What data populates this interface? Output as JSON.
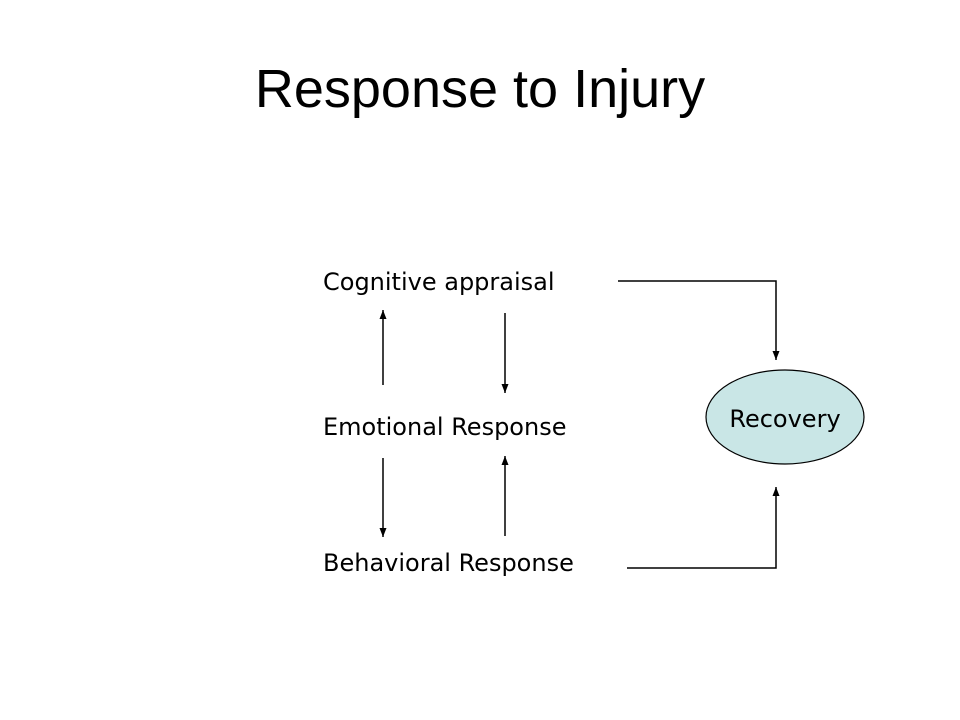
{
  "slide": {
    "title": "Response to Injury"
  },
  "diagram": {
    "nodes": {
      "cognitive": "Cognitive appraisal",
      "emotional": "Emotional Response",
      "behavioral": "Behavioral Response",
      "recovery": "Recovery"
    },
    "recovery_fill": "#c9e6e6",
    "edges": [
      {
        "from": "Cognitive appraisal",
        "to": "Recovery"
      },
      {
        "from": "Behavioral Response",
        "to": "Recovery"
      },
      {
        "from": "Emotional Response",
        "to": "Cognitive appraisal"
      },
      {
        "from": "Cognitive appraisal",
        "to": "Emotional Response"
      },
      {
        "from": "Emotional Response",
        "to": "Behavioral Response"
      },
      {
        "from": "Behavioral Response",
        "to": "Emotional Response"
      }
    ]
  }
}
